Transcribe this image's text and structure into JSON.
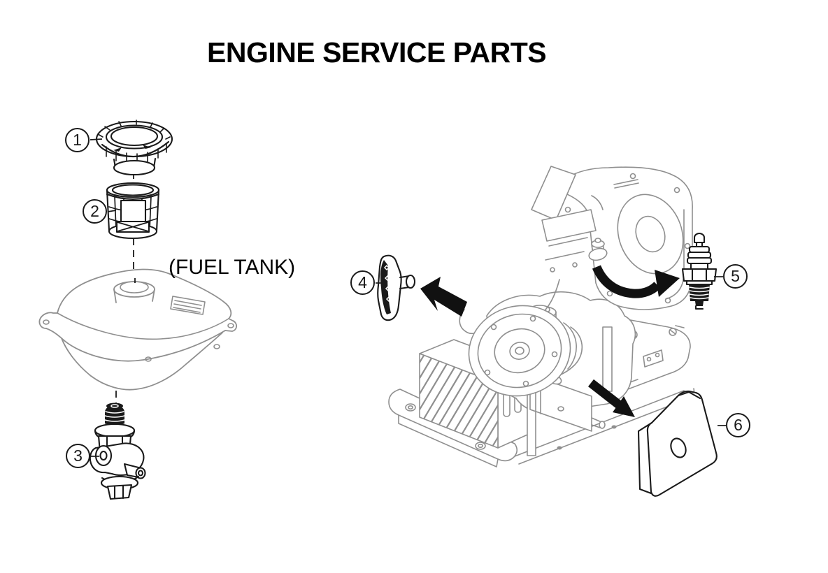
{
  "title": "ENGINE SERVICE PARTS",
  "labels": {
    "fuel_tank": "(FUEL TANK)"
  },
  "callouts": [
    {
      "number": "1"
    },
    {
      "number": "2"
    },
    {
      "number": "3"
    },
    {
      "number": "4"
    },
    {
      "number": "5"
    },
    {
      "number": "6"
    }
  ],
  "colors": {
    "part_line": "#1a1a1a",
    "engine_line": "#8f8f8f",
    "arrow": "#111111",
    "background": "#ffffff",
    "text": "#000000"
  }
}
